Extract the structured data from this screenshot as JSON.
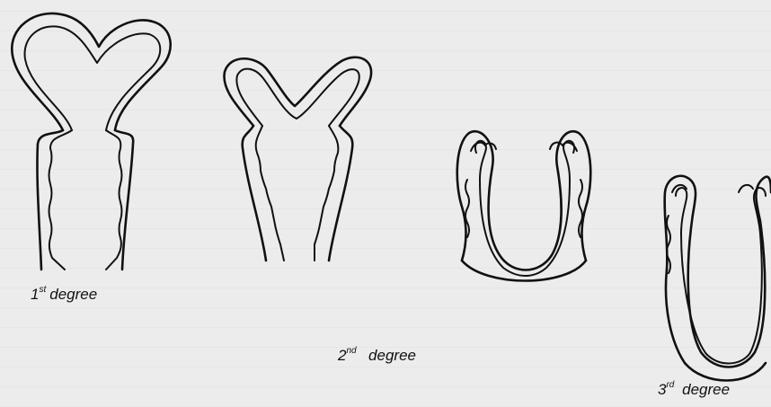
{
  "captions": [
    {
      "num": "1",
      "sup": "st",
      "word": "degree"
    },
    {
      "num": "2",
      "sup": "nd",
      "word": "degree"
    },
    {
      "num": "3",
      "sup": "rd",
      "word": "degree"
    }
  ]
}
